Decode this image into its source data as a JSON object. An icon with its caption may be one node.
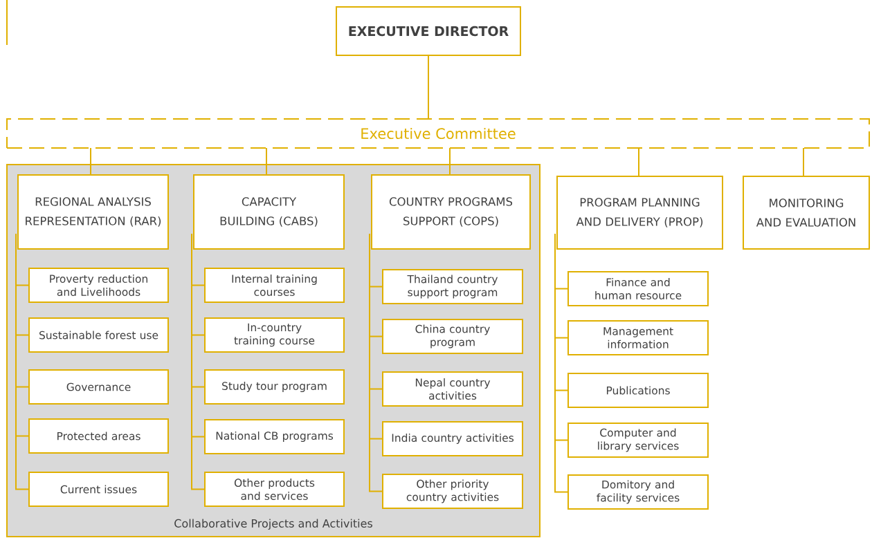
{
  "diagram": {
    "nodes": [
      {
        "text": [
          "EXECUTIVE DIRECTOR"
        ]
      },
      {
        "text": [
          "Executive Committee"
        ]
      },
      {
        "text": [
          "Collaborative Projects and Activities"
        ]
      },
      {
        "text": [
          "REGIONAL ANALYSIS REPRESENTATION (RAR)"
        ],
        "in": 2
      },
      {
        "text": [
          "CAPACITY BUILDING (CABS)"
        ],
        "in": 2
      },
      {
        "text": [
          "COUNTRY PROGRAMS SUPPORT (COPS)"
        ],
        "in": 2
      },
      {
        "text": [
          "Proverty reduction and Livelihoods"
        ],
        "in": 2
      },
      {
        "text": [
          "Sustainable forest use"
        ],
        "in": 2
      },
      {
        "text": [
          "Governance"
        ],
        "in": 2
      },
      {
        "text": [
          "Protected areas"
        ],
        "in": 2
      },
      {
        "text": [
          "Current issues"
        ],
        "in": 2
      },
      {
        "text": [
          "Internal training courses"
        ],
        "in": 2
      },
      {
        "text": [
          "In-country training course"
        ],
        "in": 2
      },
      {
        "text": [
          "Study tour program"
        ],
        "in": 2
      },
      {
        "text": [
          "National CB programs"
        ],
        "in": 2
      },
      {
        "text": [
          "Other products and services"
        ],
        "in": 2
      },
      {
        "text": [
          "Thailand country support program"
        ],
        "in": 2
      },
      {
        "text": [
          "China country program"
        ],
        "in": 2
      },
      {
        "text": [
          "Nepal country activities"
        ],
        "in": 2
      },
      {
        "text": [
          "India country activities"
        ],
        "in": 2
      },
      {
        "text": [
          "Other priority country activities"
        ],
        "in": 2
      },
      {
        "text": [
          "PROGRAM PLANNING AND DELIVERY (PROP)"
        ]
      },
      {
        "text": [
          "MONITORING AND EVALUATION"
        ]
      },
      {
        "text": [
          "Finance and human resource"
        ]
      },
      {
        "text": [
          "Management information"
        ]
      },
      {
        "text": [
          "Publications"
        ]
      },
      {
        "text": [
          "Computer and library services"
        ]
      },
      {
        "text": [
          "Domitory and facility services"
        ]
      }
    ],
    "edges": [
      {
        "from": 0,
        "to": 1,
        "arrow": "none"
      },
      {
        "from": 1,
        "to": 3,
        "arrow": "none"
      },
      {
        "from": 1,
        "to": 4,
        "arrow": "none"
      },
      {
        "from": 1,
        "to": 5,
        "arrow": "none"
      },
      {
        "from": 1,
        "to": 21,
        "arrow": "none"
      },
      {
        "from": 1,
        "to": 22,
        "arrow": "none"
      },
      {
        "from": 3,
        "to": 6,
        "arrow": "none"
      },
      {
        "from": 3,
        "to": 7,
        "arrow": "none"
      },
      {
        "from": 3,
        "to": 8,
        "arrow": "none"
      },
      {
        "from": 3,
        "to": 9,
        "arrow": "none"
      },
      {
        "from": 3,
        "to": 10,
        "arrow": "none"
      },
      {
        "from": 4,
        "to": 11,
        "arrow": "none"
      },
      {
        "from": 4,
        "to": 12,
        "arrow": "none"
      },
      {
        "from": 4,
        "to": 13,
        "arrow": "none"
      },
      {
        "from": 4,
        "to": 14,
        "arrow": "none"
      },
      {
        "from": 4,
        "to": 15,
        "arrow": "none"
      },
      {
        "from": 5,
        "to": 16,
        "arrow": "none"
      },
      {
        "from": 5,
        "to": 17,
        "arrow": "none"
      },
      {
        "from": 5,
        "to": 18,
        "arrow": "none"
      },
      {
        "from": 5,
        "to": 19,
        "arrow": "none"
      },
      {
        "from": 5,
        "to": 20,
        "arrow": "none"
      },
      {
        "from": 21,
        "to": 23,
        "arrow": "none"
      },
      {
        "from": 21,
        "to": 24,
        "arrow": "none"
      },
      {
        "from": 21,
        "to": 25,
        "arrow": "none"
      },
      {
        "from": 21,
        "to": 26,
        "arrow": "none"
      },
      {
        "from": 21,
        "to": 27,
        "arrow": "none"
      }
    ]
  }
}
